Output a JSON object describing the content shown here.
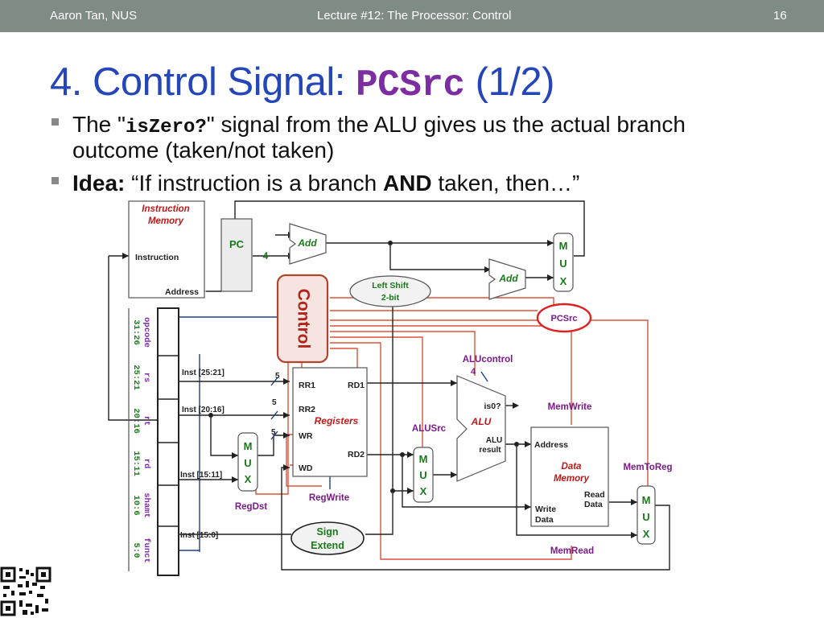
{
  "header": {
    "author": "Aaron Tan, NUS",
    "lecture": "Lecture #12: The Processor: Control",
    "page": "16"
  },
  "title": {
    "prefix": "4. Control Signal: ",
    "code": "PCSrc",
    "suffix": " (1/2)"
  },
  "bullets": [
    {
      "pre": "The \"",
      "code": "isZero?",
      "post": "\" signal from the ALU gives us the actual branch",
      "line2": "outcome (taken/not taken)"
    },
    {
      "bold1": "Idea:",
      "mid": " “If instruction is a branch ",
      "bold2": "AND",
      "post": " taken, then…”"
    }
  ],
  "diagram": {
    "instruction_memory": {
      "title1": "Instruction",
      "title2": "Memory",
      "instruction": "Instruction",
      "address": "Address"
    },
    "pc": "PC",
    "four": "4",
    "add": "Add",
    "left_shift": {
      "l1": "Left Shift",
      "l2": "2-bit"
    },
    "mux_letters": [
      "M",
      "U",
      "X"
    ],
    "pcsrc": "PCSrc",
    "control": "Control",
    "fields": [
      {
        "name": "opcode",
        "bits": "31:26"
      },
      {
        "name": "rs",
        "bits": "25:21"
      },
      {
        "name": "rt",
        "bits": "20:16"
      },
      {
        "name": "rd",
        "bits": "15:11"
      },
      {
        "name": "shamt",
        "bits": "10:6"
      },
      {
        "name": "funct",
        "bits": "5:0"
      }
    ],
    "inst_labels": [
      "Inst [25:21]",
      "Inst [20:16]",
      "Inst [15:11]",
      "Inst [15:0]"
    ],
    "five": "5",
    "registers": {
      "rr1": "RR1",
      "rr2": "RR2",
      "wr": "WR",
      "wd": "WD",
      "rd1": "RD1",
      "rd2": "RD2",
      "title": "Registers"
    },
    "regdst": "RegDst",
    "regwrite": "RegWrite",
    "sign_extend": {
      "l1": "Sign",
      "l2": "Extend"
    },
    "alusrc": "ALUSrc",
    "alucontrol": "ALUcontrol",
    "alu": {
      "is0": "is0?",
      "name": "ALU",
      "r1": "ALU",
      "r2": "result"
    },
    "memwrite": "MemWrite",
    "memread": "MemRead",
    "memtoreg": "MemToReg",
    "data_memory": {
      "address": "Address",
      "t1": "Data",
      "t2": "Memory",
      "read1": "Read",
      "read2": "Data",
      "write1": "Write",
      "write2": "Data"
    }
  }
}
